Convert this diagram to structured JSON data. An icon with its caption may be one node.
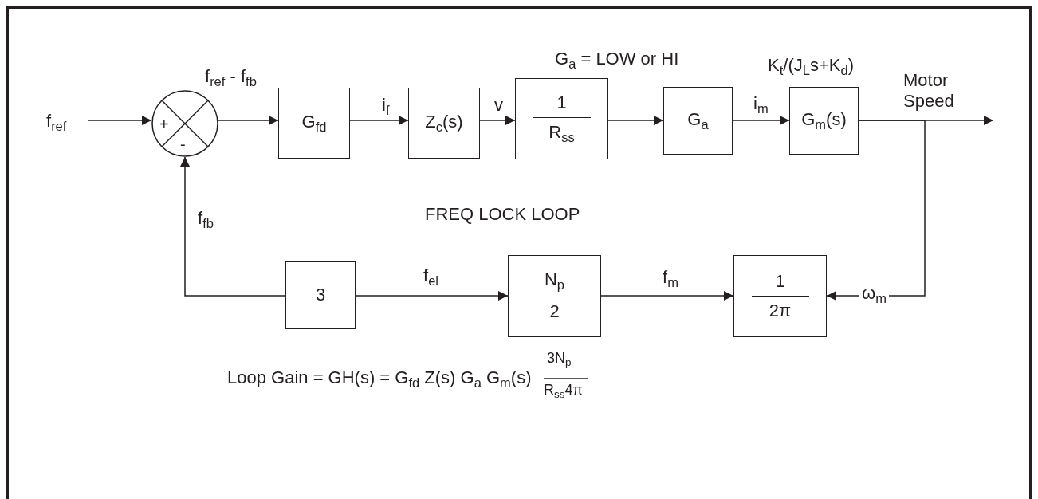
{
  "diagram": {
    "nodes": [
      {
        "text": [
          "f$_{ref}$"
        ]
      },
      {
        "text": [
          "+",
          "-"
        ]
      },
      {
        "text": [
          "G$_{fd}$"
        ]
      },
      {
        "text": [
          "Z$_{c}$(s)"
        ]
      },
      {
        "text": [
          "1",
          "R$_{ss}$"
        ]
      },
      {
        "text": [
          "G$_{a}$"
        ]
      },
      {
        "text": [
          "G$_{m}$(s)"
        ],
        "beside": [
          "K$_{t}$/(J$_{L}$s+K$_{d}$)"
        ]
      },
      {
        "text": [
          "3"
        ]
      },
      {
        "text": [
          "N$_{p}$",
          "2"
        ]
      },
      {
        "text": [
          "1",
          "2π"
        ]
      }
    ],
    "edges": [
      {
        "from": 0,
        "to": 1,
        "arrow": "to"
      },
      {
        "from": 1,
        "to": 2,
        "arrow": "to",
        "label": "f$_{ref}$ - f$_{fb}$"
      },
      {
        "from": 2,
        "to": 3,
        "arrow": "to",
        "label": "i$_{f}$"
      },
      {
        "from": 3,
        "to": 4,
        "arrow": "to",
        "label": "v"
      },
      {
        "from": 4,
        "to": 5,
        "arrow": "to"
      },
      {
        "from": 5,
        "to": 6,
        "arrow": "to",
        "label": "i$_{m}$"
      },
      {
        "from": 6,
        "to": null,
        "arrow": "to"
      },
      {
        "from": 6,
        "to": 9,
        "arrow": "to",
        "label": "ω$_{m}$"
      },
      {
        "from": 7,
        "to": 1,
        "arrow": "to",
        "label": "f$_{fb}$"
      },
      {
        "from": 7,
        "to": 8,
        "arrow": "to",
        "label": "f$_{el}$"
      },
      {
        "from": 8,
        "to": 9,
        "arrow": "to",
        "label": "f$_{m}$"
      }
    ],
    "labels": [
      "G$_{a}$ = LOW or HI",
      "Motor Speed",
      "FREQ LOCK LOOP",
      "Loop Gain = GH(s) = G$_{fd}$ Z(s) G$_{a}$ G$_{m}$(s)",
      "3N$_{p}$",
      "R$_{ss}$4π"
    ]
  }
}
